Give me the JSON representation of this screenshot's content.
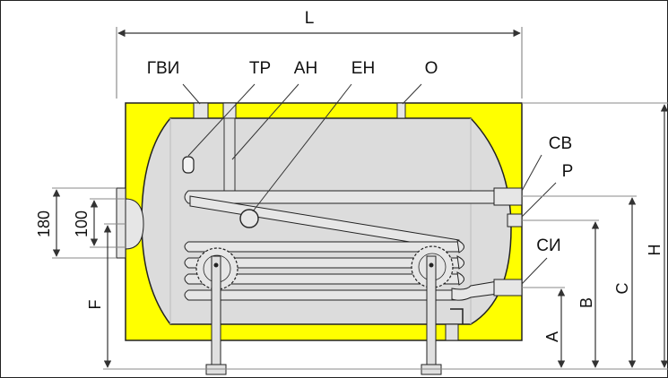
{
  "labels": {
    "length": "L",
    "hot_water_outlet": "ГВИ",
    "thermometer": "ТР",
    "anode": "АН",
    "electric_heater": "ЕН",
    "opening": "О",
    "cold_water": "СВ",
    "recirculation": "Р",
    "coil_inlet": "СИ",
    "dim_height": "Н",
    "dim_c": "C",
    "dim_b": "B",
    "dim_a": "A",
    "dim_f": "F",
    "dim_180": "180",
    "dim_100": "100"
  },
  "colors": {
    "insulation": "#ffff00",
    "tank": "#dcdcdc",
    "outline": "#2a2a2a",
    "dim_line": "#7a7a7a"
  }
}
